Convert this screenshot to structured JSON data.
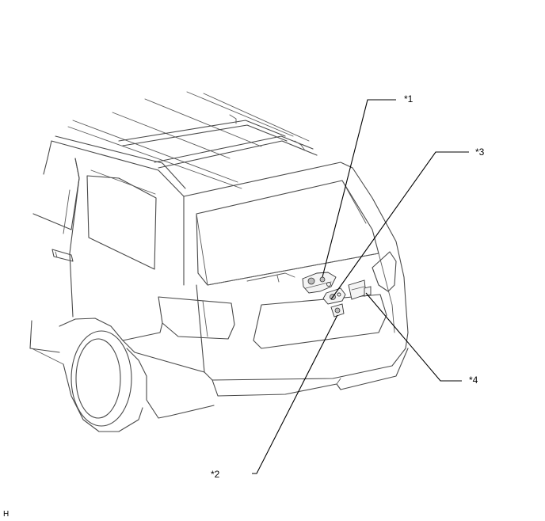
{
  "callouts": {
    "c1": "*1",
    "c2": "*2",
    "c3": "*3",
    "c4": "*4"
  },
  "corner_code": "H",
  "colors": {
    "line": "#4a4a4a",
    "leader": "#000000",
    "background": "#ffffff"
  }
}
